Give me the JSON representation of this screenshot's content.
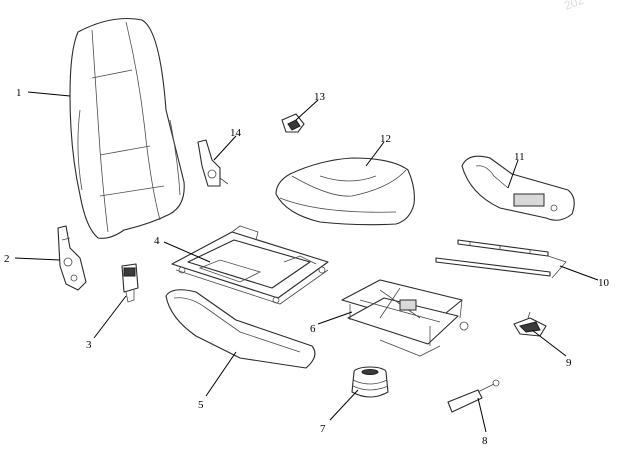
{
  "diagram": {
    "watermark": "202",
    "callouts": {
      "c1": "1",
      "c2": "2",
      "c3": "3",
      "c4": "4",
      "c5": "5",
      "c6": "6",
      "c7": "7",
      "c8": "8",
      "c9": "9",
      "c10": "10",
      "c11": "11",
      "c12": "12",
      "c13": "13",
      "c14": "14"
    }
  }
}
